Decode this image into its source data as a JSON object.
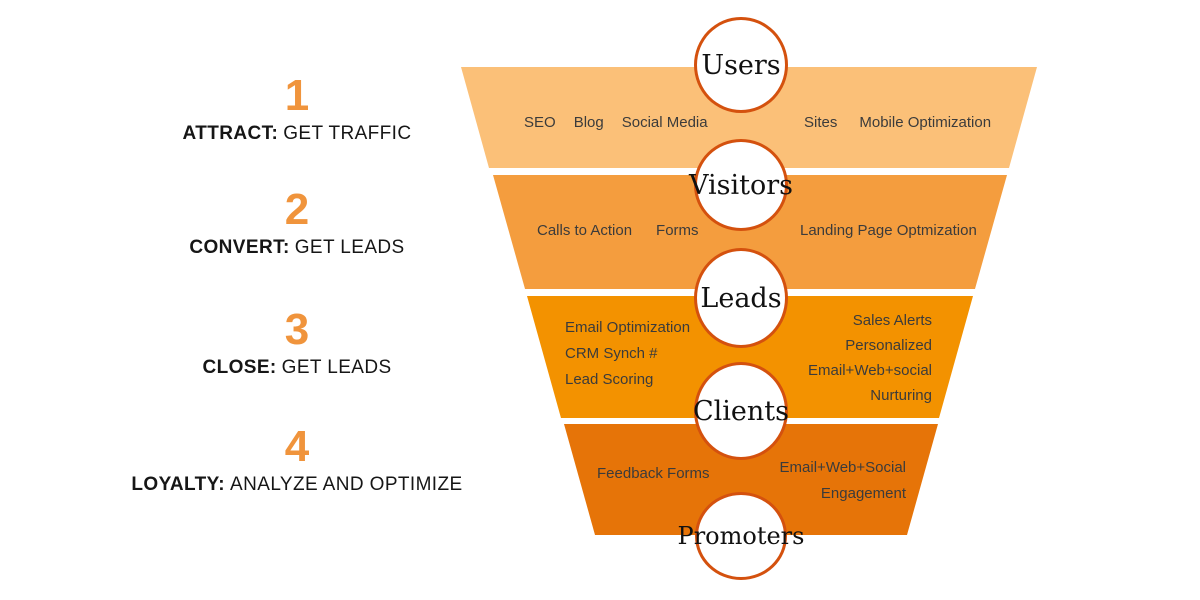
{
  "colors": {
    "accent_number": "#F0943C",
    "node_border": "#D4510E",
    "stage1_fill": "#FBC078",
    "stage2_fill": "#F49D3E",
    "stage3_fill": "#F39200",
    "stage4_fill": "#E67408"
  },
  "steps": [
    {
      "number": "1",
      "strong": "ATTRACT:",
      "rest": "GET TRAFFIC"
    },
    {
      "number": "2",
      "strong": "CONVERT:",
      "rest": "GET LEADS"
    },
    {
      "number": "3",
      "strong": "CLOSE:",
      "rest": "GET LEADS"
    },
    {
      "number": "4",
      "strong": "LOYALTY:",
      "rest": "ANALYZE AND OPTIMIZE"
    }
  ],
  "funnel": {
    "nodes": [
      "Users",
      "Visitors",
      "Leads",
      "Clients",
      "Promoters"
    ],
    "stage1": {
      "left": [
        "SEO",
        "Blog",
        "Social Media"
      ],
      "right": [
        "Sites",
        "Mobile Optimization"
      ]
    },
    "stage2": {
      "left": [
        "Calls to Action",
        "Forms"
      ],
      "right": [
        "Landing Page Optmization"
      ]
    },
    "stage3": {
      "left": [
        "Email Optimization",
        "CRM Synch #",
        "Lead Scoring"
      ],
      "right": [
        "Sales Alerts",
        "Personalized",
        "Email+Web+social",
        "Nurturing"
      ]
    },
    "stage4": {
      "left": [
        "Feedback Forms"
      ],
      "right": [
        "Email+Web+Social",
        "Engagement"
      ]
    }
  }
}
